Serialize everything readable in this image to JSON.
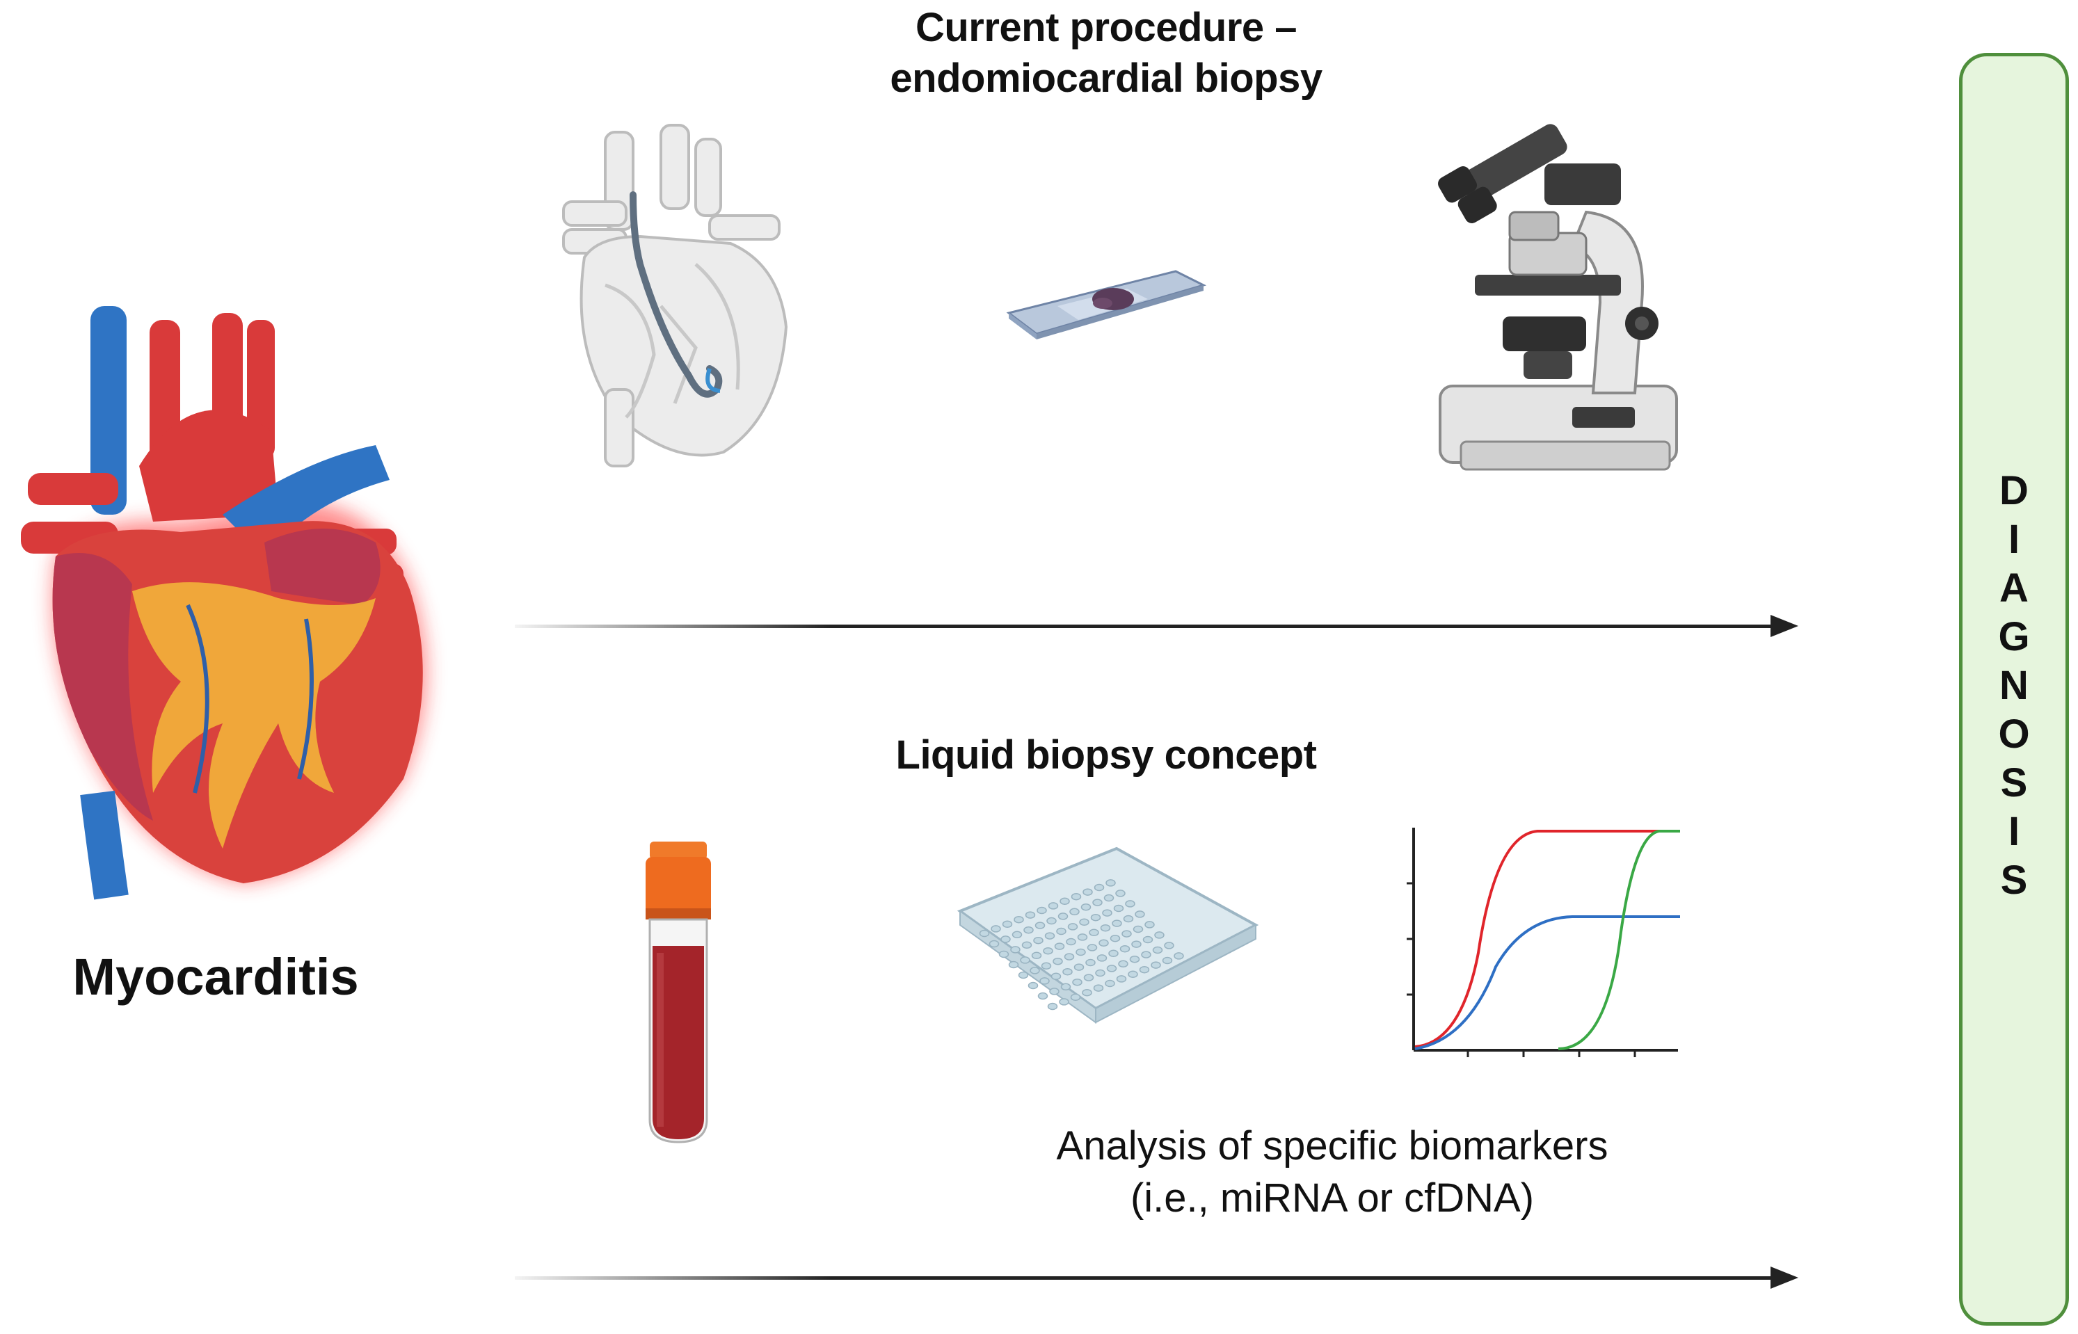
{
  "top_section": {
    "title_line1": "Current procedure  –",
    "title_line2": "endomiocardial biopsy"
  },
  "bottom_section": {
    "title": "Liquid biopsy concept",
    "caption_line1": "Analysis of specific biomarkers",
    "caption_line2": "(i.e., miRNA or cfDNA)"
  },
  "left_label": "Myocarditis",
  "diagnosis_letters": [
    "D",
    "I",
    "A",
    "G",
    "N",
    "O",
    "S",
    "I",
    "S"
  ],
  "colors": {
    "arrow": "#222222",
    "diagnosis_fill": "#e6f5dd",
    "diagnosis_border": "#4f8f3c",
    "curve_red": "#e0252b",
    "curve_blue": "#2e6fc4",
    "curve_green": "#3aa845"
  }
}
